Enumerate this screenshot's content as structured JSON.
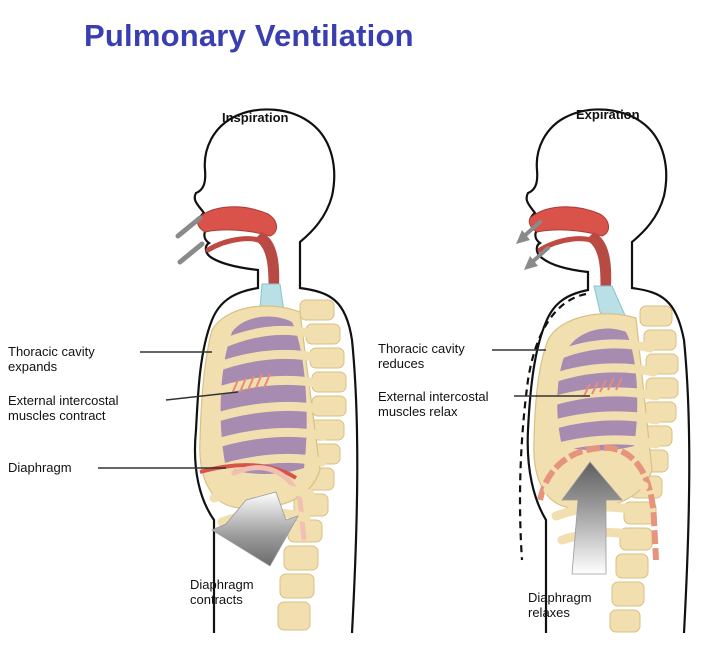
{
  "title": "Pulmonary Ventilation",
  "panels": {
    "inspiration": {
      "heading": "Inspiration",
      "labels": {
        "thoracic_1": "Thoracic cavity",
        "thoracic_2": "expands",
        "intercostal_1": "External intercostal",
        "intercostal_2": "muscles  contract",
        "diaphragm": "Diaphragm",
        "diaphragm_action_1": "Diaphragm",
        "diaphragm_action_2": "contracts"
      }
    },
    "expiration": {
      "heading": "Expiration",
      "labels": {
        "thoracic_1": "Thoracic cavity",
        "thoracic_2": "reduces",
        "intercostal_1": "External intercostal",
        "intercostal_2": "muscles  relax",
        "diaphragm_action_1": "Diaphragm",
        "diaphragm_action_2": "relaxes"
      }
    }
  },
  "colors": {
    "title": "#3a3fb0",
    "bone": "#f2dfb0",
    "bone_edge": "#d9c084",
    "lung": "#a88bb0",
    "airway": "#d9534a",
    "trachea": "#b8e0e6",
    "muscle": "#e07a5a",
    "arrow": "#8a8a8a"
  }
}
